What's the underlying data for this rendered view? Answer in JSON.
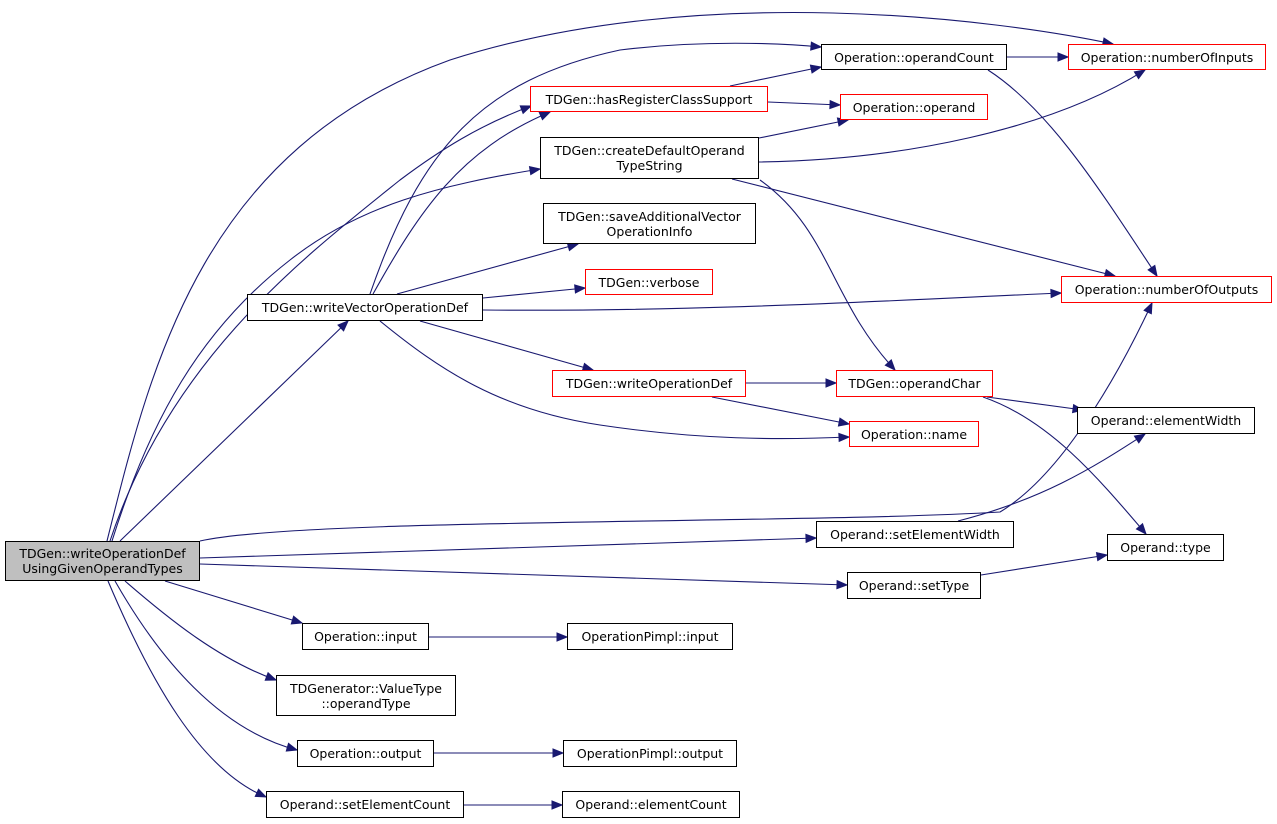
{
  "colors": {
    "edge": "#191970",
    "node_border": "#000000",
    "truncated_border": "#ff0000",
    "root_fill": "#bfbfbf",
    "background": "#ffffff"
  },
  "nodes": {
    "root": "TDGen::writeOperationDef\nUsingGivenOperandTypes",
    "op_operandCount": "Operation::operandCount",
    "op_numberOfInputs": "Operation::numberOfInputs",
    "td_hasRegisterClassSupport": "TDGen::hasRegisterClassSupport",
    "op_operand": "Operation::operand",
    "td_createDefaultOperandTypeString": "TDGen::createDefaultOperand\nTypeString",
    "td_saveAdditionalVectorOperationInfo": "TDGen::saveAdditionalVector\nOperationInfo",
    "td_verbose": "TDGen::verbose",
    "td_writeVectorOperationDef": "TDGen::writeVectorOperationDef",
    "op_numberOfOutputs": "Operation::numberOfOutputs",
    "td_writeOperationDef": "TDGen::writeOperationDef",
    "td_operandChar": "TDGen::operandChar",
    "opd_elementWidth": "Operand::elementWidth",
    "op_name": "Operation::name",
    "opd_setElementWidth": "Operand::setElementWidth",
    "opd_type": "Operand::type",
    "opd_setType": "Operand::setType",
    "op_input": "Operation::input",
    "pimpl_input": "OperationPimpl::input",
    "tdg_operandType": "TDGenerator::ValueType\n::operandType",
    "op_output": "Operation::output",
    "pimpl_output": "OperationPimpl::output",
    "opd_setElementCount": "Operand::setElementCount",
    "opd_elementCount": "Operand::elementCount"
  },
  "edges": [
    [
      "root",
      "op_numberOfInputs"
    ],
    [
      "root",
      "td_hasRegisterClassSupport"
    ],
    [
      "root",
      "td_createDefaultOperandTypeString"
    ],
    [
      "root",
      "td_writeVectorOperationDef"
    ],
    [
      "root",
      "op_numberOfOutputs"
    ],
    [
      "root",
      "opd_setElementWidth"
    ],
    [
      "root",
      "opd_setType"
    ],
    [
      "root",
      "op_input"
    ],
    [
      "root",
      "tdg_operandType"
    ],
    [
      "root",
      "op_output"
    ],
    [
      "root",
      "opd_setElementCount"
    ],
    [
      "op_operandCount",
      "op_numberOfInputs"
    ],
    [
      "op_operandCount",
      "op_numberOfOutputs"
    ],
    [
      "td_hasRegisterClassSupport",
      "op_operandCount"
    ],
    [
      "td_hasRegisterClassSupport",
      "op_operand"
    ],
    [
      "td_createDefaultOperandTypeString",
      "op_operand"
    ],
    [
      "td_createDefaultOperandTypeString",
      "op_numberOfInputs"
    ],
    [
      "td_createDefaultOperandTypeString",
      "op_numberOfOutputs"
    ],
    [
      "td_createDefaultOperandTypeString",
      "td_operandChar"
    ],
    [
      "td_writeVectorOperationDef",
      "op_operandCount"
    ],
    [
      "td_writeVectorOperationDef",
      "td_hasRegisterClassSupport"
    ],
    [
      "td_writeVectorOperationDef",
      "td_saveAdditionalVectorOperationInfo"
    ],
    [
      "td_writeVectorOperationDef",
      "td_verbose"
    ],
    [
      "td_writeVectorOperationDef",
      "op_numberOfOutputs"
    ],
    [
      "td_writeVectorOperationDef",
      "td_writeOperationDef"
    ],
    [
      "td_writeVectorOperationDef",
      "op_name"
    ],
    [
      "td_writeOperationDef",
      "td_operandChar"
    ],
    [
      "td_writeOperationDef",
      "op_name"
    ],
    [
      "td_operandChar",
      "opd_elementWidth"
    ],
    [
      "td_operandChar",
      "opd_type"
    ],
    [
      "opd_setElementWidth",
      "opd_elementWidth"
    ],
    [
      "opd_setType",
      "opd_type"
    ],
    [
      "op_input",
      "pimpl_input"
    ],
    [
      "op_output",
      "pimpl_output"
    ],
    [
      "opd_setElementCount",
      "opd_elementCount"
    ]
  ]
}
